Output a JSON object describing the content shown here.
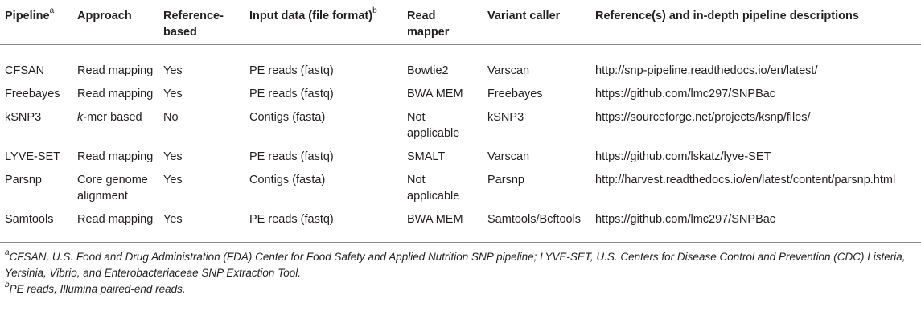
{
  "table": {
    "headers": [
      {
        "text": "Pipeline",
        "sup": "a"
      },
      {
        "text": "Approach",
        "sup": ""
      },
      {
        "text": "Reference-based",
        "sup": ""
      },
      {
        "text": "Input data (file format)",
        "sup": "b"
      },
      {
        "text": "Read mapper",
        "sup": ""
      },
      {
        "text": "Variant caller",
        "sup": ""
      },
      {
        "text": "Reference(s) and in-depth pipeline descriptions",
        "sup": ""
      }
    ],
    "rows": [
      {
        "pipeline": "CFSAN",
        "approach_prefix": "",
        "approach": "Read mapping",
        "reference_based": "Yes",
        "input_data": "PE reads (fastq)",
        "read_mapper": "Bowtie2",
        "variant_caller": "Varscan",
        "reference": "http://snp-pipeline.readthedocs.io/en/latest/"
      },
      {
        "pipeline": "Freebayes",
        "approach_prefix": "",
        "approach": "Read mapping",
        "reference_based": "Yes",
        "input_data": "PE reads (fastq)",
        "read_mapper": "BWA MEM",
        "variant_caller": "Freebayes",
        "reference": "https://github.com/lmc297/SNPBac"
      },
      {
        "pipeline": "kSNP3",
        "approach_prefix": "k",
        "approach": "-mer based",
        "reference_based": "No",
        "input_data": "Contigs (fasta)",
        "read_mapper": "Not applicable",
        "variant_caller": "kSNP3",
        "reference": "https://sourceforge.net/projects/ksnp/files/"
      },
      {
        "pipeline": "LYVE-SET",
        "approach_prefix": "",
        "approach": "Read mapping",
        "reference_based": "Yes",
        "input_data": "PE reads (fastq)",
        "read_mapper": "SMALT",
        "variant_caller": "Varscan",
        "reference": "https://github.com/lskatz/lyve-SET"
      },
      {
        "pipeline": "Parsnp",
        "approach_prefix": "",
        "approach": "Core genome alignment",
        "reference_based": "Yes",
        "input_data": "Contigs (fasta)",
        "read_mapper": "Not applicable",
        "variant_caller": "Parsnp",
        "reference": "http://harvest.readthedocs.io/en/latest/content/parsnp.html"
      },
      {
        "pipeline": "Samtools",
        "approach_prefix": "",
        "approach": "Read mapping",
        "reference_based": "Yes",
        "input_data": "PE reads (fastq)",
        "read_mapper": "BWA MEM",
        "variant_caller": "Samtools/Bcftools",
        "reference": "https://github.com/lmc297/SNPBac"
      }
    ]
  },
  "footnotes": [
    {
      "marker": "a",
      "text": "CFSAN, U.S. Food and Drug Administration (FDA) Center for Food Safety and Applied Nutrition SNP pipeline; LYVE-SET, U.S. Centers for Disease Control and Prevention (CDC) Listeria, Yersinia, Vibrio, and Enterobacteriaceae SNP Extraction Tool."
    },
    {
      "marker": "b",
      "text": "PE reads, Illumina paired-end reads."
    }
  ]
}
